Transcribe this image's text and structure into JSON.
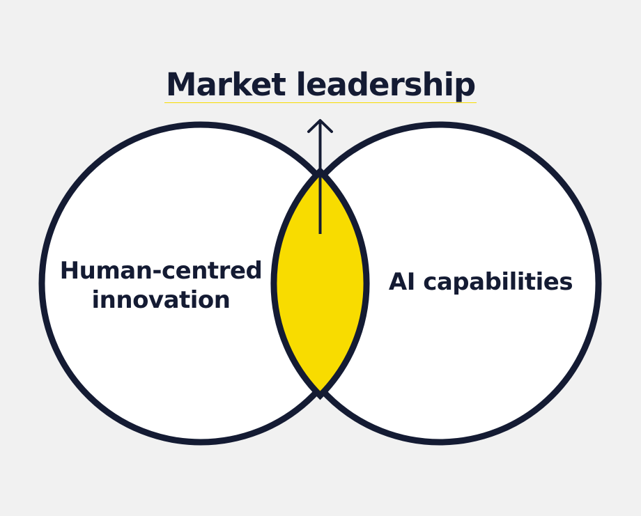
{
  "title": "Market leadership",
  "circles": {
    "left_label_line1": "Human-centred",
    "left_label_line2": "innovation",
    "right_label": "AI capabilities"
  },
  "colors": {
    "background": "#f1f1f1",
    "outline": "#141b33",
    "circle_fill": "#ffffff",
    "overlap_fill": "#f8dc00",
    "accent": "#f8dc00"
  }
}
